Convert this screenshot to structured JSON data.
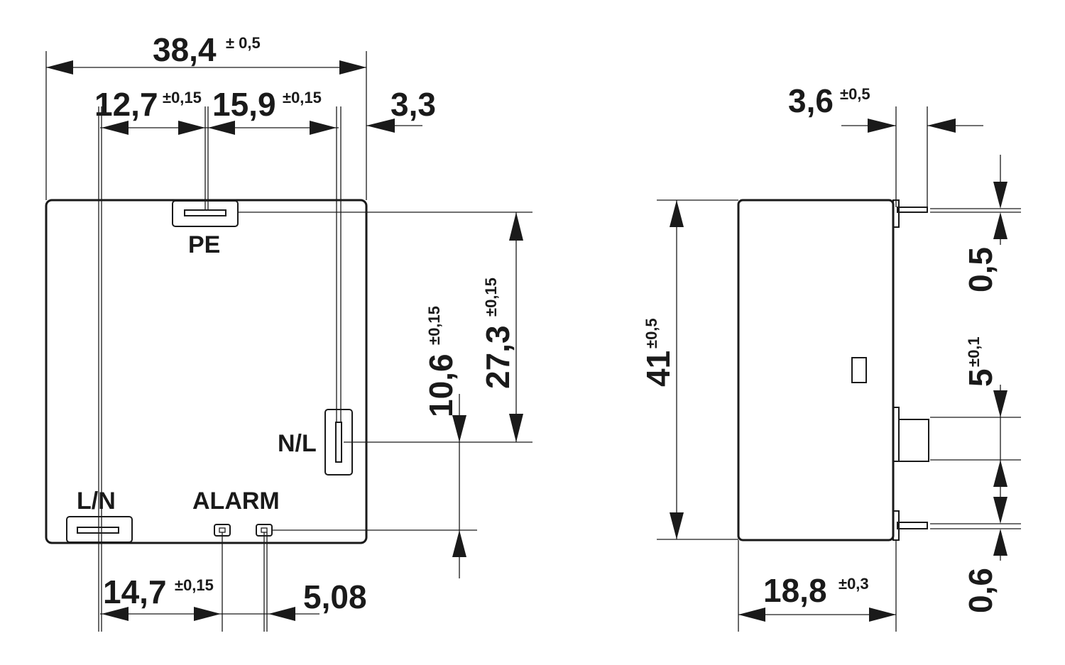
{
  "front_view": {
    "overall_width": "38,4",
    "overall_width_tol": "± 0,5",
    "pin_pitch_1": "12,7",
    "pin_pitch_1_tol": "±0,15",
    "pin_pitch_2": "15,9",
    "pin_pitch_2_tol": "±0,15",
    "edge_offset": "3,3",
    "vertical_1": "27,3",
    "vertical_1_tol": "±0,15",
    "vertical_2": "10,6",
    "vertical_2_tol": "±0,15",
    "bottom_1": "14,7",
    "bottom_1_tol": "±0,15",
    "bottom_2": "5,08",
    "label_pe": "PE",
    "label_nl": "N/L",
    "label_ln": "L/N",
    "label_alarm": "ALARM"
  },
  "side_view": {
    "pin_length": "3,6",
    "pin_length_tol": "±0,5",
    "height": "41",
    "height_tol": "±0,5",
    "pin_thickness": "0,5",
    "pin_spacing": "5",
    "pin_spacing_tol": "±0,1",
    "pin_thickness_2": "0,6",
    "depth": "18,8",
    "depth_tol": "±0,3"
  }
}
